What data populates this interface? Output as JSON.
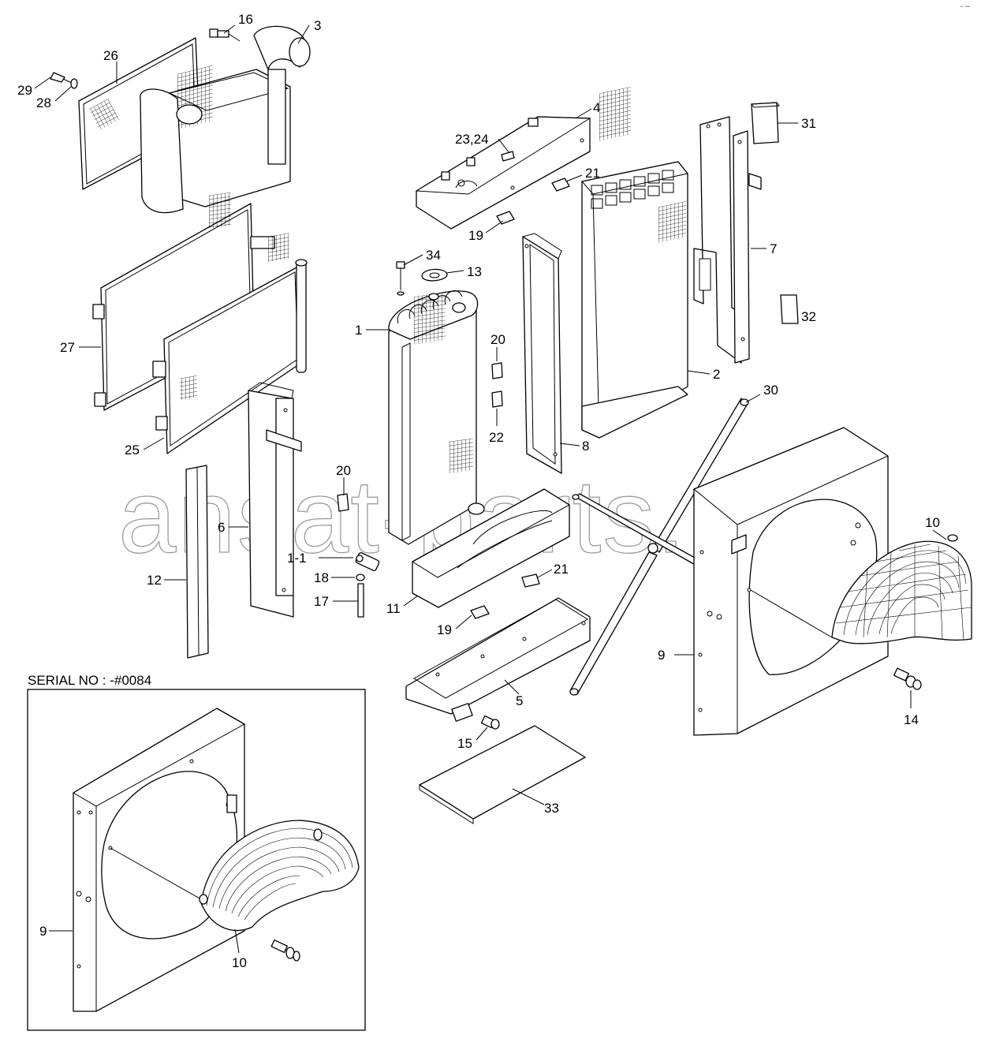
{
  "callouts": [
    "16",
    "3",
    "26",
    "29",
    "28",
    "4",
    "23,24",
    "21",
    "31",
    "19",
    "34",
    "13",
    "7",
    "32",
    "1",
    "20",
    "2",
    "27",
    "22",
    "30",
    "25",
    "8",
    "20",
    "10",
    "1-1",
    "6",
    "18",
    "12",
    "21",
    "17",
    "11",
    "19",
    "9",
    "5",
    "14",
    "15",
    "33",
    "9",
    "10"
  ],
  "inset": {
    "title": "SERIAL NO : -#0084"
  },
  "watermark": "ansat-parts.ru",
  "corner_mark": "▪▫ ▪▪▪"
}
